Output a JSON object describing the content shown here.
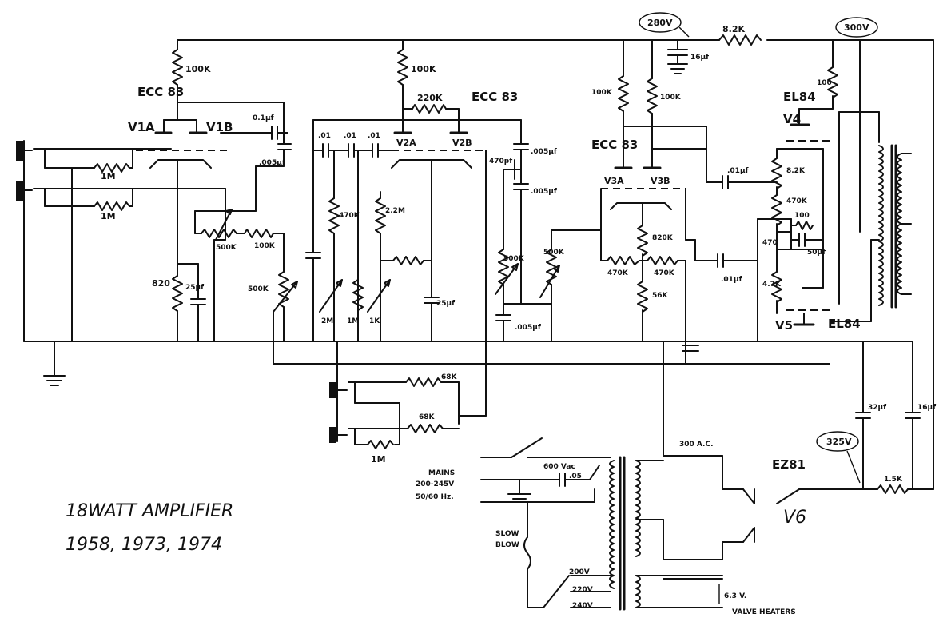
{
  "title": {
    "line1": "18WATT AMPLIFIER",
    "line2": "1958, 1973, 1974"
  },
  "tubes": {
    "v1_type": "ECC 83",
    "v1a": "V1A",
    "v1b": "V1B",
    "v2_type": "ECC 83",
    "v2a": "V2A",
    "v2b": "V2B",
    "v3_type": "ECC 83",
    "v3a": "V3A",
    "v3b": "V3B",
    "v4_type": "EL84",
    "v4": "V4",
    "v5_type": "EL84",
    "v5": "V5",
    "v6_type": "EZ81",
    "v6": "V6"
  },
  "voltages": {
    "b_plus_1": "280V",
    "b_plus_2": "300V",
    "b_plus_3": "325V",
    "heaters": "6.3 V.",
    "heaters_caption": "VALVE HEATERS",
    "secondary": "300 A.C.",
    "tap_200": "200V",
    "tap_220": "220V",
    "tap_240": "240V"
  },
  "mains": {
    "line1": "MAINS",
    "line2": "200-245V",
    "line3": "50/60 Hz.",
    "cap": "600 Vac",
    "cap_value": ".05",
    "fuse1": "SLOW",
    "fuse2": "BLOW"
  },
  "components": {
    "r_100k_v1": "100K",
    "r_100k_v2": "100K",
    "r_220k": "220K",
    "r_100k_v3a": "100K",
    "r_100k_v3b": "100K",
    "r_8k2_supply": "8.2K",
    "r_100_v4": "100",
    "r_1m_a": "1M",
    "r_1m_b": "1M",
    "r_820": "820",
    "c_25uf_v1": "25µf",
    "c_01uf_v1": "0.1µf",
    "c_005_v1": ".005µf",
    "pot_500k_a": "500K",
    "r_100k_mix": "100K",
    "pot_500k_b": "500K",
    "c_01_a": ".01",
    "c_01_b": ".01",
    "c_01_c": ".01",
    "r_470k_a": "470K",
    "r_22m": "2.2M",
    "pot_2m": "2M",
    "pot_1m": "1M",
    "pot_1k": "1K",
    "c_25uf_v2": "25µf",
    "c_470pf": "470pf",
    "c_005_v2a": ".005µf",
    "c_005_v2b": ".005µf",
    "pot_500k_c": "500K",
    "pot_500k_d": "500K",
    "c_005_tone": ".005µf",
    "c_16uf": "16µf",
    "r_820k": "820K",
    "r_470k_pi_a": "470K",
    "r_470k_pi_b": "470K",
    "r_56k": "56K",
    "c_01uf_v4": ".01µf",
    "c_01uf_v5": ".01µf",
    "r_8k2_grid": "8.2K",
    "r_470k_grid": "470K",
    "r_100_v5": "100",
    "r_470_cath": "470",
    "r_47k": "4.7K",
    "c_50uf": "50µf",
    "c_32uf": "32µf",
    "c_16uf_b": "16µf",
    "r_1k5": "1.5K",
    "r_68k_a": "68K",
    "r_68k_b": "68K",
    "r_1m_c": "1M"
  }
}
